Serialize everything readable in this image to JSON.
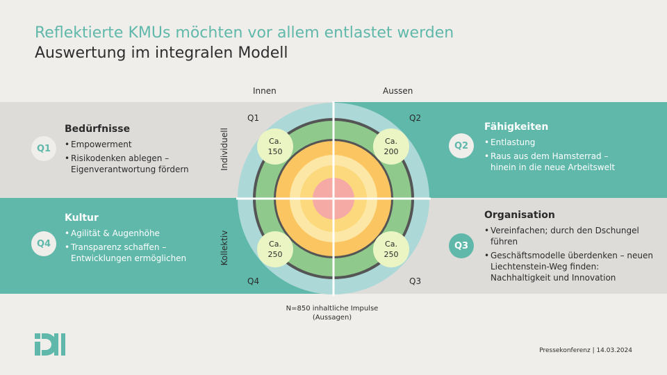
{
  "header": {
    "title": "Reflektierte KMUs möchten vor allem entlastet werden",
    "subtitle": "Auswertung im integralen Modell"
  },
  "axes": {
    "inner": "Innen",
    "outer": "Aussen",
    "individual": "Individuell",
    "collective": "Kollektiv"
  },
  "quadrants": {
    "q1": {
      "badge": "Q1",
      "title": "Bedürfnisse",
      "items": [
        "Empowerment",
        "Risikodenken ablegen – Eigenverantwortung fördern"
      ],
      "count_line1": "Ca.",
      "count_line2": "150"
    },
    "q2": {
      "badge": "Q2",
      "title": "Fähigkeiten",
      "items": [
        "Entlastung",
        "Raus aus dem Hamsterrad – hinein in die neue Arbeitswelt"
      ],
      "count_line1": "Ca.",
      "count_line2": "200"
    },
    "q3": {
      "badge": "Q3",
      "title": "Organisation",
      "items": [
        "Vereinfachen; durch den Dschungel führen",
        "Geschäftsmodelle überdenken – neuen Liechtenstein-Weg finden: Nachhaltigkeit und Innovation"
      ],
      "count_line1": "Ca.",
      "count_line2": "250"
    },
    "q4": {
      "badge": "Q4",
      "title": "Kultur",
      "items": [
        "Agilität & Augenhöhe",
        "Transparenz schaffen – Entwicklungen ermöglichen"
      ],
      "count_line1": "Ca.",
      "count_line2": "250"
    }
  },
  "footnote": {
    "line1": "N=850 inhaltliche Impulse",
    "line2": "(Aussagen)"
  },
  "footer": {
    "text": "Pressekonferenz | 14.03.2024"
  },
  "colors": {
    "accent": "#5fb8aa",
    "ring_outer": "#add8d8",
    "ring_dark": "#555555",
    "ring_green": "#8fca8c",
    "ring_orange": "#fbc661",
    "ring_cream": "#fde7a6",
    "ring_yellow": "#fcd97d",
    "core_pink": "#f5aaa6",
    "count_circle": "#eaf5c3"
  },
  "icons": {
    "logo": "di-logo"
  }
}
